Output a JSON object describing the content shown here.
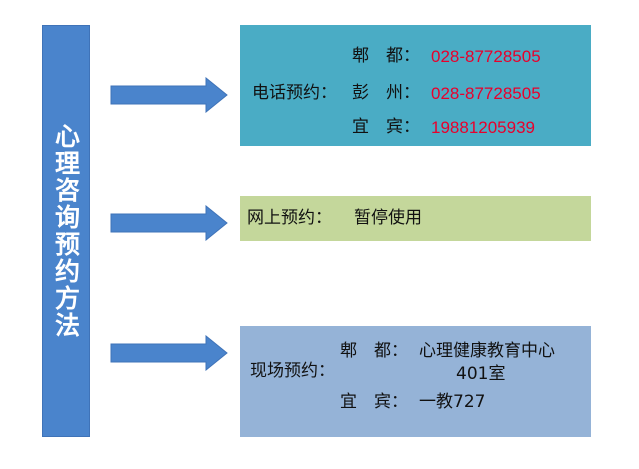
{
  "colors": {
    "title_bar": "#4a84cc",
    "arrow": "#4a84cc",
    "phone_box": "#4aacc5",
    "online_box": "#c4d79b",
    "onsite_box": "#95b3d7",
    "phone_number": "#e8002c"
  },
  "title": "心理咨询预约方法",
  "phone": {
    "label": "电话预约：",
    "rows": [
      {
        "campus": "郫　都：",
        "number": "028-87728505"
      },
      {
        "campus": "彭　州：",
        "number": "028-87728505"
      },
      {
        "campus": "宜　宾：",
        "number": "19881205939"
      }
    ]
  },
  "online": {
    "label": "网上预约：",
    "status": "暂停使用"
  },
  "onsite": {
    "label": "现场预约：",
    "rows": [
      {
        "campus": "郫　都：",
        "place": "心理健康教育中心"
      },
      {
        "campus": "",
        "place": "401室"
      },
      {
        "campus": "宜　宾：",
        "place": "一教727"
      }
    ]
  }
}
